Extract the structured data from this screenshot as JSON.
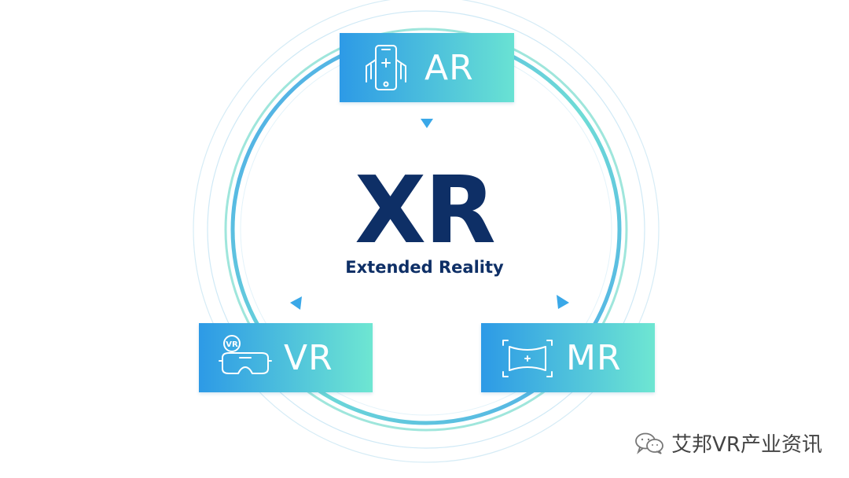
{
  "colors": {
    "title": "#0e2f66",
    "gradient_start": "#2d9ae6",
    "gradient_end": "#69e2d3",
    "ring": "#4cb2e6",
    "arrow": "#3aa8e8"
  },
  "center": {
    "title": "XR",
    "subtitle": "Extended Reality"
  },
  "nodes": {
    "ar": {
      "label": "AR",
      "icon": "smartphone-ar-icon"
    },
    "vr": {
      "label": "VR",
      "icon": "vr-headset-icon"
    },
    "mr": {
      "label": "MR",
      "icon": "mr-panorama-icon"
    }
  },
  "watermark": {
    "icon": "wechat-icon",
    "text": "艾邦VR产业资讯"
  }
}
